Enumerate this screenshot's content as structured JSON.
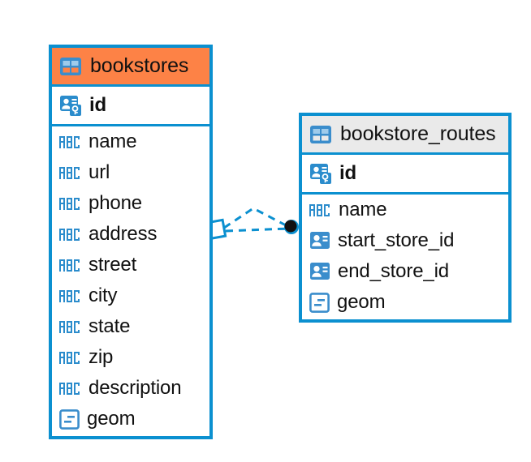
{
  "diagram": {
    "type": "entity-relationship-diagram",
    "background_color": "#ffffff",
    "accent_blue": "#0b90d0",
    "highlight_orange": "#fd8246",
    "header_gray": "#eaeaea",
    "text_color": "#111111"
  },
  "entities": [
    {
      "name": "bookstores",
      "header_color": "#fd8246",
      "header_icon": "table-icon",
      "selected": true,
      "primary_keys": [
        {
          "label": "id",
          "icon": "primary-key-icon",
          "type": "primary-key"
        }
      ],
      "fields": [
        {
          "label": "name",
          "icon": "abc-icon",
          "type": "text"
        },
        {
          "label": "url",
          "icon": "abc-icon",
          "type": "text"
        },
        {
          "label": "phone",
          "icon": "abc-icon",
          "type": "text"
        },
        {
          "label": "address",
          "icon": "abc-icon",
          "type": "text"
        },
        {
          "label": "street",
          "icon": "abc-icon",
          "type": "text"
        },
        {
          "label": "city",
          "icon": "abc-icon",
          "type": "text"
        },
        {
          "label": "state",
          "icon": "abc-icon",
          "type": "text"
        },
        {
          "label": "zip",
          "icon": "abc-icon",
          "type": "text"
        },
        {
          "label": "description",
          "icon": "abc-icon",
          "type": "text"
        },
        {
          "label": "geom",
          "icon": "geom-icon",
          "type": "geometry"
        }
      ]
    },
    {
      "name": "bookstore_routes",
      "header_color": "#eaeaea",
      "header_icon": "table-icon",
      "selected": false,
      "primary_keys": [
        {
          "label": "id",
          "icon": "primary-key-icon",
          "type": "primary-key"
        }
      ],
      "fields": [
        {
          "label": "name",
          "icon": "abc-icon",
          "type": "text"
        },
        {
          "label": "start_store_id",
          "icon": "foreign-key-icon",
          "type": "foreign-key"
        },
        {
          "label": "end_store_id",
          "icon": "foreign-key-icon",
          "type": "foreign-key"
        },
        {
          "label": "geom",
          "icon": "geom-icon",
          "type": "geometry"
        }
      ]
    }
  ],
  "relationship": {
    "from_entity": "bookstores",
    "to_entity": "bookstore_routes",
    "line_style": "dashed",
    "line_color": "#0b90d0",
    "source_marker": "diamond-marker",
    "target_marker": "filled-circle-marker",
    "target_marker_color": "#111111"
  }
}
